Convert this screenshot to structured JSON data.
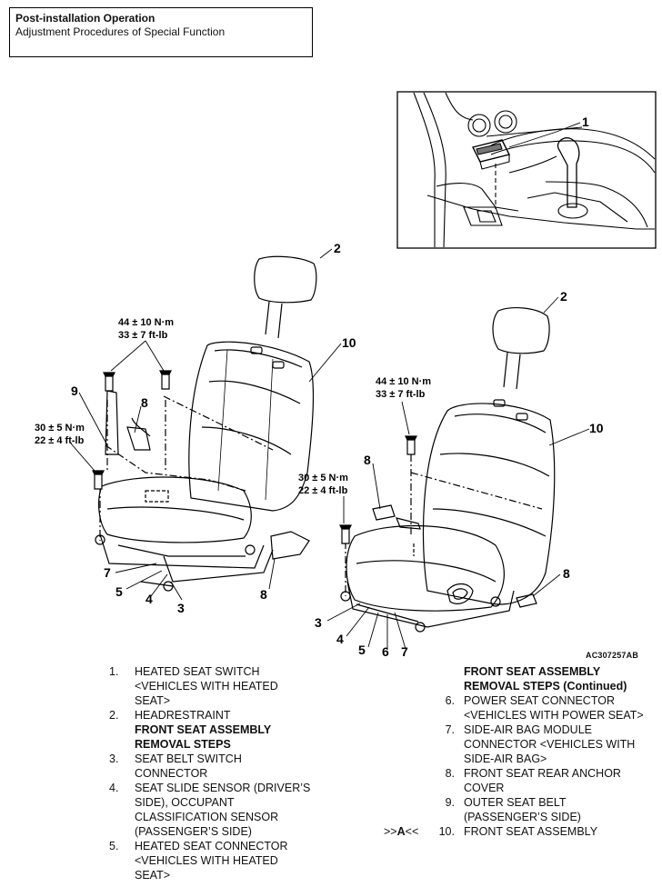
{
  "header": {
    "title": "Post-installation Operation",
    "subtitle": "Adjustment Procedures of Special Function"
  },
  "figure": {
    "code": "AC307257AB",
    "callouts": {
      "c1": "1",
      "c2_left": "2",
      "c2_right": "2",
      "c3_left": "3",
      "c3_right": "3",
      "c4_left": "4",
      "c4_right": "4",
      "c5_left": "5",
      "c5_right": "5",
      "c6_right": "6",
      "c7_left": "7",
      "c7_right": "7",
      "c8_left_a": "8",
      "c8_left_b": "8",
      "c8_right_a": "8",
      "c8_right_b": "8",
      "c9_left": "9",
      "c10_left": "10",
      "c10_right": "10"
    },
    "torques": {
      "left_upper_nm": "44 ± 10 N·m",
      "left_upper_ftlb": "33 ± 7 ft-lb",
      "left_lower_nm": "30 ± 5 N·m",
      "left_lower_ftlb": "22 ± 4 ft-lb",
      "right_upper_nm": "44 ± 10 N·m",
      "right_upper_ftlb": "33 ± 7 ft-lb",
      "right_lower_nm": "30 ± 5 N·m",
      "right_lower_ftlb": "22 ± 4 ft-lb"
    }
  },
  "steps_left": {
    "s1_num": "1.",
    "s1_l1": "HEATED SEAT SWITCH",
    "s1_l2": "<VEHICLES WITH HEATED",
    "s1_l3": "SEAT>",
    "s2_num": "2.",
    "s2_l1": "HEADRESTRAINT",
    "group_l1": "FRONT SEAT ASSEMBLY",
    "group_l2": "REMOVAL STEPS",
    "s3_num": "3.",
    "s3_l1": "SEAT BELT SWITCH",
    "s3_l2": "CONNECTOR",
    "s4_num": "4.",
    "s4_l1": "SEAT SLIDE SENSOR (DRIVER’S",
    "s4_l2": "SIDE), OCCUPANT",
    "s4_l3": "CLASSIFICATION SENSOR",
    "s4_l4": "(PASSENGER’S SIDE)",
    "s5_num": "5.",
    "s5_l1": "HEATED SEAT CONNECTOR",
    "s5_l2": "<VEHICLES WITH HEATED",
    "s5_l3": "SEAT>"
  },
  "steps_right": {
    "group_l1": "FRONT SEAT ASSEMBLY",
    "group_l2": "REMOVAL STEPS (Continued)",
    "s6_num": "6.",
    "s6_l1": "POWER SEAT CONNECTOR",
    "s6_l2": "<VEHICLES WITH POWER SEAT>",
    "s7_num": "7.",
    "s7_l1": "SIDE-AIR BAG MODULE",
    "s7_l2": "CONNECTOR <VEHICLES WITH",
    "s7_l3": "SIDE-AIR BAG>",
    "s8_num": "8.",
    "s8_l1": "FRONT SEAT REAR ANCHOR",
    "s8_l2": "COVER",
    "s9_num": "9.",
    "s9_l1": "OUTER SEAT BELT",
    "s9_l2": "(PASSENGER’S SIDE)",
    "s10_ref_pre": ">>",
    "s10_ref_letter": "A",
    "s10_ref_post": "<<",
    "s10_num": "10.",
    "s10_l1": "FRONT SEAT ASSEMBLY"
  }
}
